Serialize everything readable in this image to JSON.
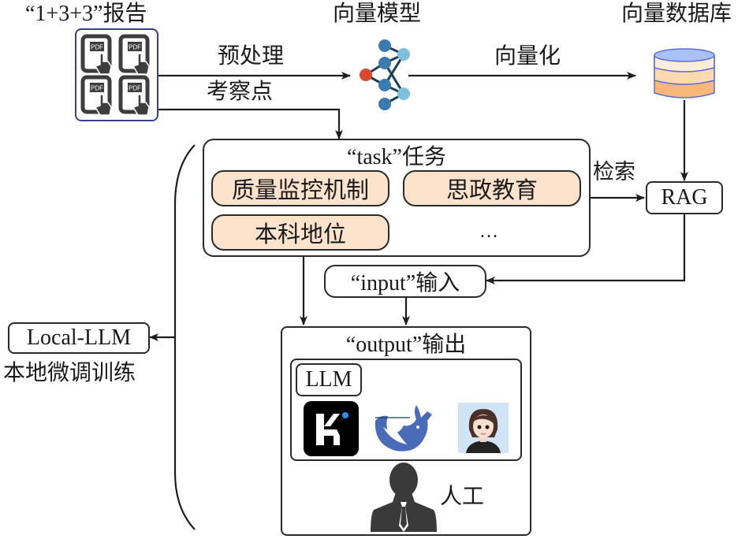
{
  "sources": {
    "reports_title": "“1+3+3”报告",
    "pdf_icon_label": "PDF",
    "pdf_count": 4
  },
  "vector_model": {
    "title": "向量模型"
  },
  "vector_db": {
    "title": "向量数据库"
  },
  "edges": {
    "preprocess": "预处理",
    "inspection_points": "考察点",
    "vectorize": "向量化",
    "retrieve": "检索"
  },
  "task": {
    "title": "“task”任务",
    "items": [
      "质量监控机制",
      "思政教育",
      "本科地位"
    ],
    "more": "…"
  },
  "rag": {
    "label": "RAG"
  },
  "input": {
    "label": "“input”输入"
  },
  "output": {
    "title": "“output”输出",
    "llm_label": "LLM",
    "models": [
      "kimi-logo",
      "deepseek-logo",
      "assistant-avatar"
    ],
    "human_label": "人工"
  },
  "local_llm": {
    "label": "Local-LLM",
    "caption": "本地微调训练"
  },
  "colors": {
    "line": "#1e1e1e",
    "pill_fill": "#fde3cc",
    "source_border": "#3b3f8f",
    "node_dark": "#3a7bb0",
    "node_light": "#7cc0db",
    "node_input": "#d9482b",
    "db_top": "#a9c1f5",
    "db_mid": "#fcd9b0",
    "db_low": "#f9b77a",
    "deepseek": "#4a6bb8",
    "avatar_bg": "#cfe4f7"
  }
}
